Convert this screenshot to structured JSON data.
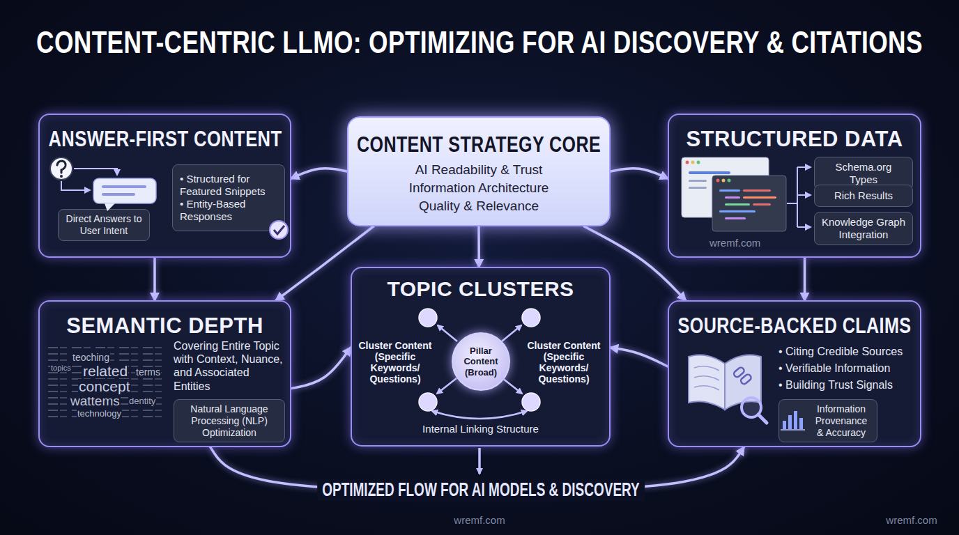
{
  "diagram": {
    "title": "CONTENT-CENTRIC LLMO: OPTIMIZING FOR AI DISCOVERY & CITATIONS",
    "nodes": [
      {
        "text": [
          "ANSWER-FIRST CONTENT"
        ]
      },
      {
        "text": [
          "Direct Answers to User Intent"
        ],
        "in": 0
      },
      {
        "text": [
          "• Structured for Featured Snippets",
          "• Entity-Based Responses"
        ],
        "in": 0
      },
      {
        "text": [
          "CONTENT STRATEGY CORE",
          "AI Readability & Trust",
          "Information Architecture",
          "Quality & Relevance"
        ]
      },
      {
        "text": [
          "STRUCTURED DATA"
        ]
      },
      {
        "text": [
          "Schema.org Types"
        ],
        "in": 4
      },
      {
        "text": [
          "Rich Results"
        ],
        "in": 4
      },
      {
        "text": [
          "Knowledge Graph Integration"
        ],
        "in": 4
      },
      {
        "text": [
          "SEMANTIC DEPTH",
          "Covering Entire Topic with Context, Nuance, and Associated Entities"
        ]
      },
      {
        "text": [
          "Natural Language Processing (NLP) Optimization"
        ],
        "in": 8
      },
      {
        "text": [
          "TOPIC CLUSTERS",
          "Internal Linking Structure"
        ]
      },
      {
        "text": [
          "Pillar Content (Broad)"
        ],
        "in": 10
      },
      {
        "text": [
          "SOURCE-BACKED CLAIMS",
          "• Citing Credible Sources",
          "• Verifiable Information",
          "• Building Trust Signals"
        ]
      },
      {
        "text": [
          "Information Provenance & Accuracy"
        ],
        "in": 12
      }
    ],
    "edges": [
      {
        "from": 3,
        "to": 0,
        "arrow": "to"
      },
      {
        "from": 3,
        "to": 4,
        "arrow": "to"
      },
      {
        "from": 3,
        "to": 8,
        "arrow": "to"
      },
      {
        "from": 3,
        "to": 10,
        "arrow": "to"
      },
      {
        "from": 3,
        "to": 12,
        "arrow": "to"
      },
      {
        "from": 0,
        "to": 8,
        "arrow": "to"
      },
      {
        "from": 4,
        "to": 12,
        "arrow": "to"
      },
      {
        "from": 8,
        "to": 10,
        "arrow": "to"
      },
      {
        "from": 12,
        "to": 10,
        "arrow": "to"
      },
      {
        "from": 8,
        "to": 12,
        "label": "OPTIMIZED FLOW FOR AI MODELS & DISCOVERY",
        "arrow": "to"
      }
    ],
    "labels": [
      "wremf.com",
      "teoching",
      "topics",
      "related",
      "terms",
      "concept",
      "wattems",
      "dentity",
      "technology",
      "Cluster Content (Specific Keywords/ Questions)",
      "Cluster Content (Specific Keywords/ Questions)",
      "wremf.com",
      "wremf.com"
    ]
  }
}
